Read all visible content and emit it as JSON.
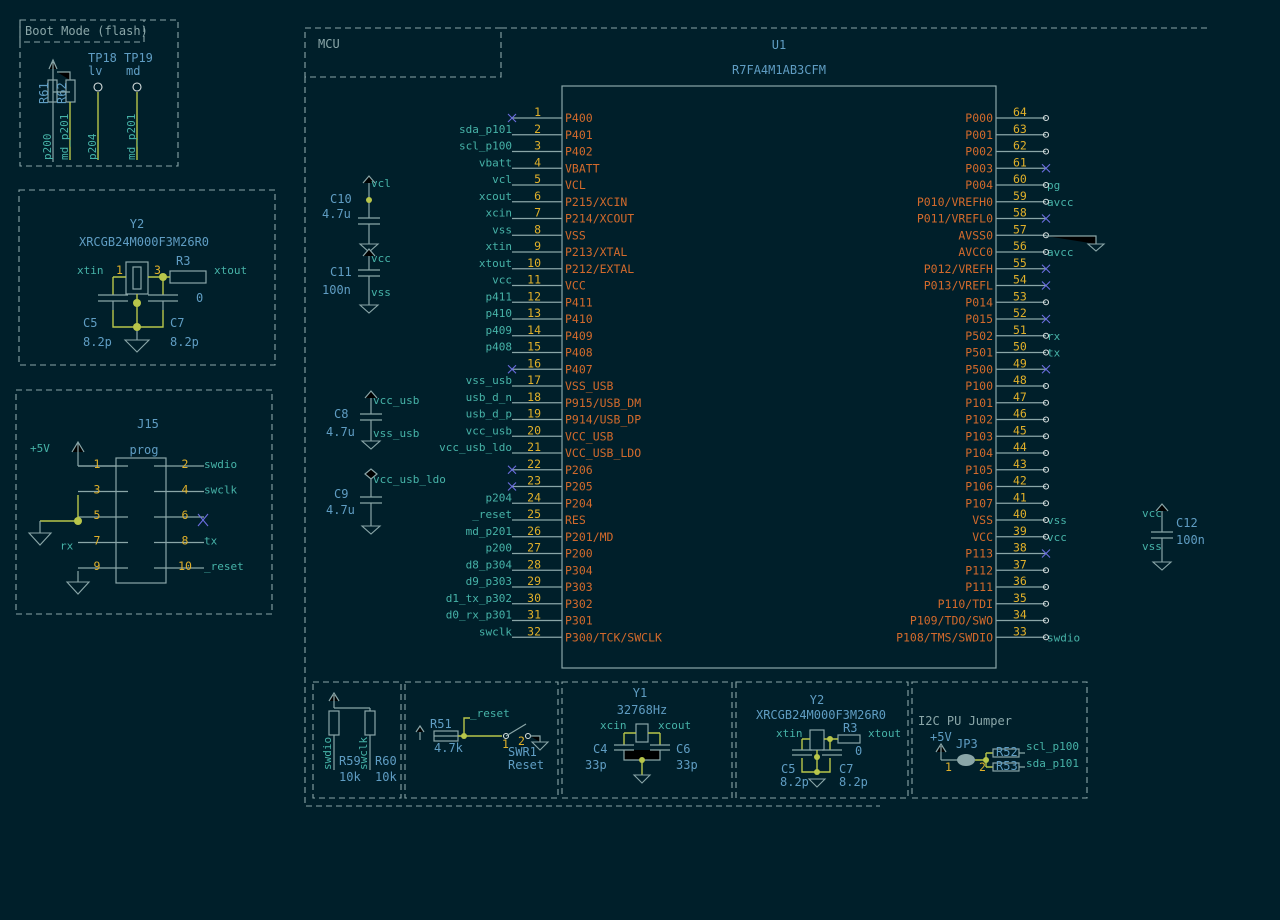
{
  "frames": {
    "boot": "Boot Mode (flash)",
    "mcu": "MCU",
    "i2c": "I2C PU Jumper"
  },
  "u1": {
    "ref": "U1",
    "value": "R7FA4M1AB3CFM",
    "left_pins": [
      {
        "num": "1",
        "name": "P400",
        "net": "",
        "nc": true
      },
      {
        "num": "2",
        "name": "P401",
        "net": "sda_p101"
      },
      {
        "num": "3",
        "name": "P402",
        "net": "scl_p100"
      },
      {
        "num": "4",
        "name": "VBATT",
        "net": "vbatt"
      },
      {
        "num": "5",
        "name": "VCL",
        "net": "vcl"
      },
      {
        "num": "6",
        "name": "P215/XCIN",
        "net": "xcout"
      },
      {
        "num": "7",
        "name": "P214/XCOUT",
        "net": "xcin"
      },
      {
        "num": "8",
        "name": "VSS",
        "net": "vss"
      },
      {
        "num": "9",
        "name": "P213/XTAL",
        "net": "xtin"
      },
      {
        "num": "10",
        "name": "P212/EXTAL",
        "net": "xtout"
      },
      {
        "num": "11",
        "name": "VCC",
        "net": "vcc"
      },
      {
        "num": "12",
        "name": "P411",
        "net": "p411"
      },
      {
        "num": "13",
        "name": "P410",
        "net": "p410"
      },
      {
        "num": "14",
        "name": "P409",
        "net": "p409"
      },
      {
        "num": "15",
        "name": "P408",
        "net": "p408"
      },
      {
        "num": "16",
        "name": "P407",
        "net": "",
        "nc": true
      },
      {
        "num": "17",
        "name": "VSS_USB",
        "net": "vss_usb"
      },
      {
        "num": "18",
        "name": "P915/USB_DM",
        "net": "usb_d_n"
      },
      {
        "num": "19",
        "name": "P914/USB_DP",
        "net": "usb_d_p"
      },
      {
        "num": "20",
        "name": "VCC_USB",
        "net": "vcc_usb"
      },
      {
        "num": "21",
        "name": "VCC_USB_LDO",
        "net": "vcc_usb_ldo"
      },
      {
        "num": "22",
        "name": "P206",
        "net": "",
        "nc": true
      },
      {
        "num": "23",
        "name": "P205",
        "net": "",
        "nc": true
      },
      {
        "num": "24",
        "name": "P204",
        "net": "p204"
      },
      {
        "num": "25",
        "name": "RES",
        "net": "_reset"
      },
      {
        "num": "26",
        "name": "P201/MD",
        "net": "md_p201"
      },
      {
        "num": "27",
        "name": "P200",
        "net": "p200"
      },
      {
        "num": "28",
        "name": "P304",
        "net": "d8_p304"
      },
      {
        "num": "29",
        "name": "P303",
        "net": "d9_p303"
      },
      {
        "num": "30",
        "name": "P302",
        "net": "d1_tx_p302"
      },
      {
        "num": "31",
        "name": "P301",
        "net": "d0_rx_p301"
      },
      {
        "num": "32",
        "name": "P300/TCK/SWCLK",
        "net": "swclk"
      }
    ],
    "right_pins": [
      {
        "num": "64",
        "name": "P000",
        "net": ""
      },
      {
        "num": "63",
        "name": "P001",
        "net": ""
      },
      {
        "num": "62",
        "name": "P002",
        "net": ""
      },
      {
        "num": "61",
        "name": "P003",
        "net": "",
        "nc": true
      },
      {
        "num": "60",
        "name": "P004",
        "net": "pg"
      },
      {
        "num": "59",
        "name": "P010/VREFH0",
        "net": "avcc"
      },
      {
        "num": "58",
        "name": "P011/VREFL0",
        "net": "",
        "nc": true
      },
      {
        "num": "57",
        "name": "AVSS0",
        "net": ""
      },
      {
        "num": "56",
        "name": "AVCC0",
        "net": "avcc"
      },
      {
        "num": "55",
        "name": "P012/VREFH",
        "net": "",
        "nc": true
      },
      {
        "num": "54",
        "name": "P013/VREFL",
        "net": "",
        "nc": true
      },
      {
        "num": "53",
        "name": "P014",
        "net": ""
      },
      {
        "num": "52",
        "name": "P015",
        "net": "",
        "nc": true
      },
      {
        "num": "51",
        "name": "P502",
        "net": "rx"
      },
      {
        "num": "50",
        "name": "P501",
        "net": "tx"
      },
      {
        "num": "49",
        "name": "P500",
        "net": "",
        "nc": true
      },
      {
        "num": "48",
        "name": "P100",
        "net": ""
      },
      {
        "num": "47",
        "name": "P101",
        "net": ""
      },
      {
        "num": "46",
        "name": "P102",
        "net": ""
      },
      {
        "num": "45",
        "name": "P103",
        "net": ""
      },
      {
        "num": "44",
        "name": "P104",
        "net": ""
      },
      {
        "num": "43",
        "name": "P105",
        "net": ""
      },
      {
        "num": "42",
        "name": "P106",
        "net": ""
      },
      {
        "num": "41",
        "name": "P107",
        "net": ""
      },
      {
        "num": "40",
        "name": "VSS",
        "net": "vss"
      },
      {
        "num": "39",
        "name": "VCC",
        "net": "vcc"
      },
      {
        "num": "38",
        "name": "P113",
        "net": "",
        "nc": true
      },
      {
        "num": "37",
        "name": "P112",
        "net": ""
      },
      {
        "num": "36",
        "name": "P111",
        "net": ""
      },
      {
        "num": "35",
        "name": "P110/TDI",
        "net": ""
      },
      {
        "num": "34",
        "name": "P109/TDO/SWO",
        "net": ""
      },
      {
        "num": "33",
        "name": "P108/TMS/SWDIO",
        "net": "swdio"
      }
    ]
  },
  "boot": {
    "r61": "R61",
    "r62": "R62",
    "tp18_ref": "TP18",
    "tp18_val": "lv",
    "tp19_ref": "TP19",
    "tp19_val": "md",
    "nets": [
      "p200",
      "md_p201",
      "p204",
      "md_p201"
    ]
  },
  "crystal_main": {
    "ref": "Y2",
    "value": "XRCGB24M000F3M26R0",
    "xtin": "xtin",
    "xtout": "xtout",
    "r3_ref": "R3",
    "r3_val": "0",
    "c5_ref": "C5",
    "c5_val": "8.2p",
    "c7_ref": "C7",
    "c7_val": "8.2p",
    "p1": "1",
    "p3": "3"
  },
  "j15": {
    "ref": "J15",
    "value": "prog",
    "power": "+5V",
    "left_nums": [
      "1",
      "3",
      "5",
      "7",
      "9"
    ],
    "right_nums": [
      "2",
      "4",
      "6",
      "8",
      "10"
    ],
    "left_nets": [
      "",
      "",
      "",
      "rx",
      ""
    ],
    "right_nets": [
      "swdio",
      "swclk",
      "",
      "tx",
      "_reset"
    ]
  },
  "caps": {
    "c10_ref": "C10",
    "c10_val": "4.7u",
    "c10_net": "vcl",
    "c11_ref": "C11",
    "c11_val": "100n",
    "c11_top": "vcc",
    "c11_bot": "vss",
    "c8_ref": "C8",
    "c8_val": "4.7u",
    "c8_top": "vcc_usb",
    "c8_bot": "vss_usb",
    "c9_ref": "C9",
    "c9_val": "4.7u",
    "c9_net": "vcc_usb_ldo",
    "c12_ref": "C12",
    "c12_val": "100n",
    "c12_top": "vcc",
    "c12_bot": "vss"
  },
  "bottom": {
    "swd": {
      "r59_ref": "R59",
      "r59_val": "10k",
      "r60_ref": "R60",
      "r60_val": "10k",
      "n1": "swdio",
      "n2": "swclk"
    },
    "reset": {
      "r51_ref": "R51",
      "r51_val": "4.7k",
      "net": "_reset",
      "sw_ref": "SWR1",
      "sw_val": "Reset",
      "p1": "1",
      "p2": "2"
    },
    "y1": {
      "ref": "Y1",
      "value": "32768Hz",
      "xcin": "xcin",
      "xcout": "xcout",
      "c4_ref": "C4",
      "c4_val": "33p",
      "c6_ref": "C6",
      "c6_val": "33p"
    },
    "y2": {
      "ref": "Y2",
      "value": "XRCGB24M000F3M26R0",
      "xtin": "xtin",
      "xtout": "xtout",
      "r3_ref": "R3",
      "r3_val": "0",
      "c5_ref": "C5",
      "c5_val": "8.2p",
      "c7_ref": "C7",
      "c7_val": "8.2p"
    },
    "i2c": {
      "power": "+5V",
      "jp_ref": "JP3",
      "r52": "R52",
      "r53": "R53",
      "scl": "scl_p100",
      "sda": "sda_p101",
      "p1": "1",
      "p2": "2"
    }
  }
}
